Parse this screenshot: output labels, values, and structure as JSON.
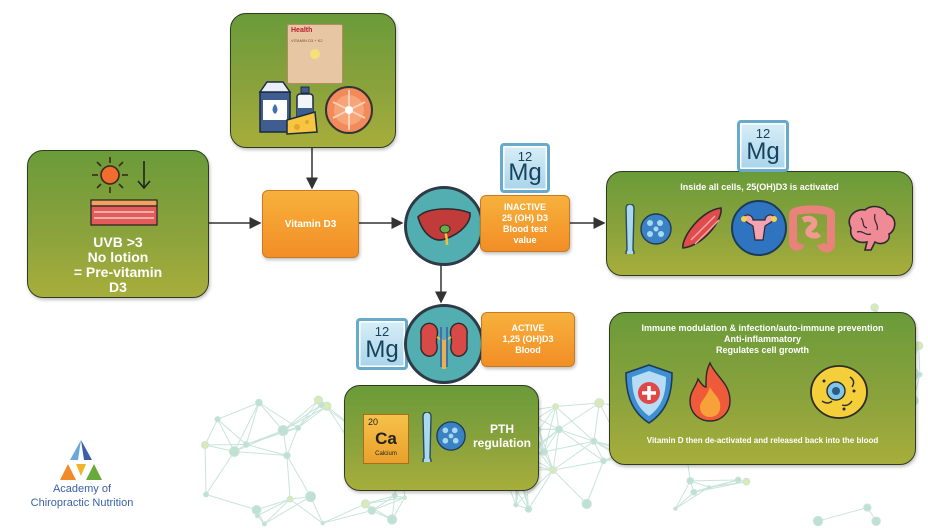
{
  "sunlight_box": {
    "lines": [
      "UVB >3",
      "No lotion",
      "= Pre-vitamin",
      "D3"
    ]
  },
  "food_box": {
    "supplement_brand": "Health",
    "supplement_line": "VITAMIN D3 + K2"
  },
  "vitamin_d3": {
    "label": "Vitamin D3"
  },
  "liver_box": {
    "lines": [
      "INACTIVE",
      "25 (OH) D3",
      "Blood test",
      "value"
    ]
  },
  "kidney_box": {
    "lines": [
      "ACTIVE",
      "1,25 (OH)D3",
      "Blood"
    ]
  },
  "cells_box": {
    "title": "Inside all cells, 25(OH)D3 is activated"
  },
  "pth_box": {
    "calcium_number": "20",
    "calcium_symbol": "Ca",
    "calcium_name": "Calcium",
    "label_lines": [
      "PTH",
      "regulation"
    ]
  },
  "effects_box": {
    "lines": [
      "Immune modulation & infection/auto-immune  prevention",
      "Anti-inflammatory",
      "Regulates cell growth"
    ],
    "footer": "Vitamin D then de-activated and released back into the blood"
  },
  "magnesium": {
    "number": "12",
    "symbol": "Mg"
  },
  "logo": {
    "lines": [
      "Academy of",
      "Chiropractic Nutrition"
    ]
  },
  "colors": {
    "green_box": "#7ea13a",
    "orange_box": "#f39c2b",
    "magnesium_tile": "#67aacc",
    "logo_text": "#3a5fa8"
  }
}
